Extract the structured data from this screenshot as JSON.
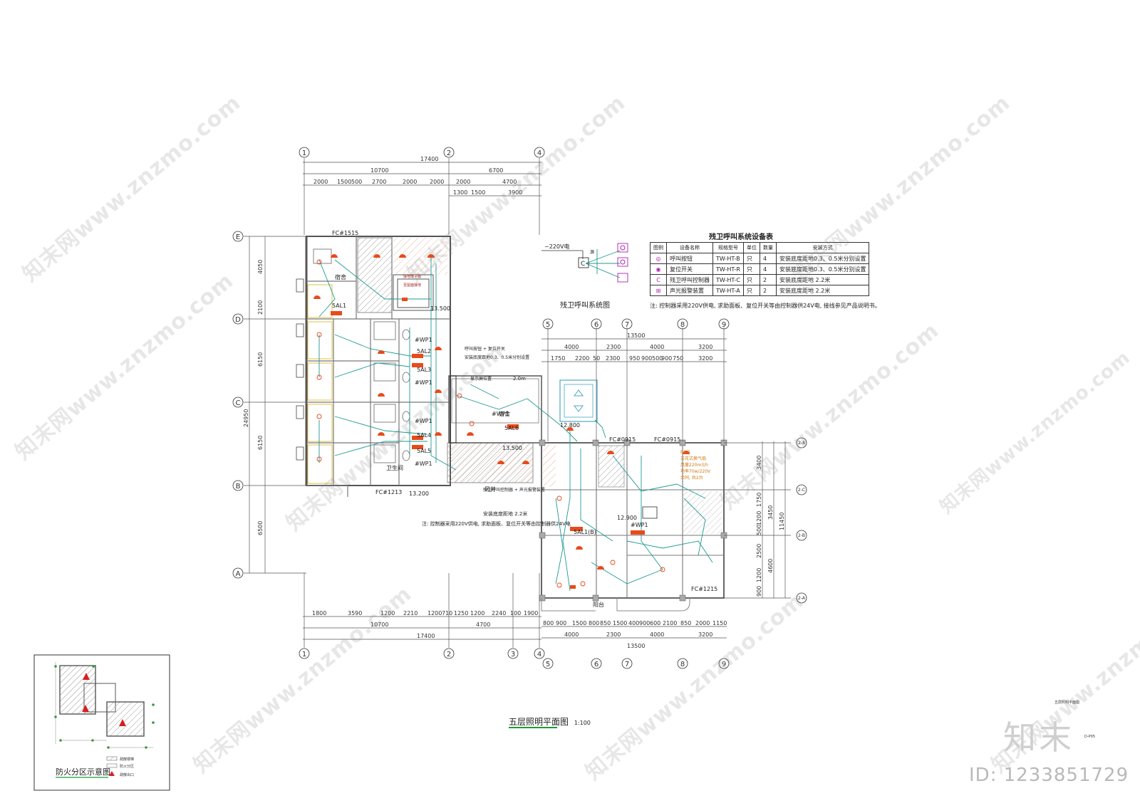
{
  "drawing": {
    "title": "五层照明平面图",
    "scale": "1:100",
    "sheet_note": "五层照明平面图",
    "sheet_code": "D-P05"
  },
  "brand": {
    "logo": "知末",
    "id": "ID: 1233851729"
  },
  "watermark": {
    "text": "知末网www.znzmo.com"
  },
  "system_diagram": {
    "title": "残卫呼叫系统图",
    "supply": "~220V电",
    "controller": "C",
    "source": "源"
  },
  "equipment_table": {
    "title": "残卫呼叫系统设备表",
    "headers": [
      "图例",
      "设备名称",
      "规格型号",
      "单位",
      "数量",
      "安装方式"
    ],
    "rows": [
      {
        "symbol": "◎",
        "name": "呼叫按钮",
        "model": "TW-HT-B",
        "unit": "只",
        "qty": "4",
        "mount": "安装底度距地0.3、0.5米分别设置"
      },
      {
        "symbol": "◉",
        "name": "复位开关",
        "model": "TW-HT-R",
        "unit": "只",
        "qty": "4",
        "mount": "安装底度距地0.3、0.5米分别设置"
      },
      {
        "symbol": "C",
        "name": "残卫呼叫控制器",
        "model": "TW-HT-C",
        "unit": "只",
        "qty": "2",
        "mount": "安装底度距地 2.2米"
      },
      {
        "symbol": "⊞",
        "name": "声光报警装置",
        "model": "TW-HT-A",
        "unit": "只",
        "qty": "2",
        "mount": "安装底度距地 2.2米"
      }
    ],
    "note": "注: 控制器采用220V供电, 求助面板、复位开关等由控制器供24V电, 接线参见产品说明书。"
  },
  "grid_top": [
    "1",
    "2",
    "4"
  ],
  "grid_bottom_left": [
    "1",
    "2",
    "3",
    "4"
  ],
  "grid_right_top": [
    "5",
    "6",
    "7",
    "8",
    "9"
  ],
  "grid_right_bottom": [
    "5",
    "6",
    "7",
    "8",
    "9"
  ],
  "grid_rows": [
    "E",
    "D",
    "C",
    "B",
    "A"
  ],
  "grid_rows_right": [
    "2-8",
    "2-C",
    "2-B",
    "2-A"
  ],
  "dims": {
    "top_total": "17400",
    "top_sub": [
      "10700",
      "6700"
    ],
    "top_detail": [
      "2000",
      "1500",
      "500",
      "2700",
      "2000",
      "2000",
      "2000",
      "4700"
    ],
    "top_detail2": [
      "1300",
      "1500",
      "3900"
    ],
    "left_total": "24950",
    "left": [
      "4050",
      "2100",
      "6150",
      "6150",
      "6500"
    ],
    "bottom_detail": [
      "1800",
      "3590",
      "1200",
      "2210",
      "1200",
      "710",
      "1250",
      "1200",
      "2240",
      "100",
      "1900"
    ],
    "bottom_sub": [
      "10700",
      "4700"
    ],
    "bottom_total": "17400",
    "right_top_total": "13500",
    "right_top_sub": [
      "4000",
      "2300",
      "4000",
      "3200"
    ],
    "right_top_detail": [
      "1750",
      "2200",
      "50",
      "2300",
      "950",
      "900",
      "500",
      "900",
      "750",
      "3200"
    ],
    "right_bottom_detail": [
      "800",
      "900",
      "1500",
      "800",
      "850",
      "1500",
      "400",
      "900",
      "600",
      "2100",
      "850",
      "2000",
      "1150"
    ],
    "right_bottom_sub": [
      "4000",
      "2300",
      "4000",
      "3200"
    ],
    "right_bottom_total": "13500",
    "right_side": [
      "3400",
      "3450",
      "1750",
      "1200",
      "500",
      "2500",
      "4600",
      "1200",
      "900"
    ],
    "right_side_total": "11450"
  },
  "labels": {
    "panels": [
      "5AL1",
      "5AL2",
      "5AL3",
      "5AL4",
      "5AL5",
      "5AL6",
      "5AL1(B)"
    ],
    "wp": [
      "#WP1",
      "#WP1",
      "#WP1",
      "#WP1",
      "#WP1",
      "#WP1"
    ],
    "elev": [
      "13.500",
      "13.500",
      "12.800",
      "13.200",
      "12.900"
    ],
    "rooms": [
      "宿舍",
      "卫生间",
      "阳台",
      "风井"
    ],
    "doors": [
      "FC#1515",
      "FC#1213",
      "FC#0915",
      "FC#0915",
      "FC#1215"
    ],
    "notes": [
      "呼叫按钮 + 复位开关",
      "安装底度距地0.3、0.5米分别设置",
      "残卫呼叫控制器 + 声光报警装置",
      "安装底度距地 2.2米",
      "注: 控制器采用220V供电, 求助面板、复位开关等由控制器供24V电"
    ],
    "tags": [
      "接地端子箱",
      "至屋面接地",
      "显示屏位置",
      "2.0m"
    ],
    "fan_note": [
      "P1-8",
      "天花式换气扇",
      "风量220m3/h",
      "功率70w/220V",
      "余同, 共2台"
    ]
  },
  "fire_zone": {
    "title": "防火分区示意图",
    "legend": [
      "疏散楼梯",
      "防火分区",
      "疏散出口"
    ]
  },
  "colors": {
    "wall": "#555555",
    "wire": "#1f9a93",
    "device": "#e84a1a",
    "magenta": "#b020b0",
    "green": "#1e9a3a",
    "hatch": "#9a9a9a"
  }
}
